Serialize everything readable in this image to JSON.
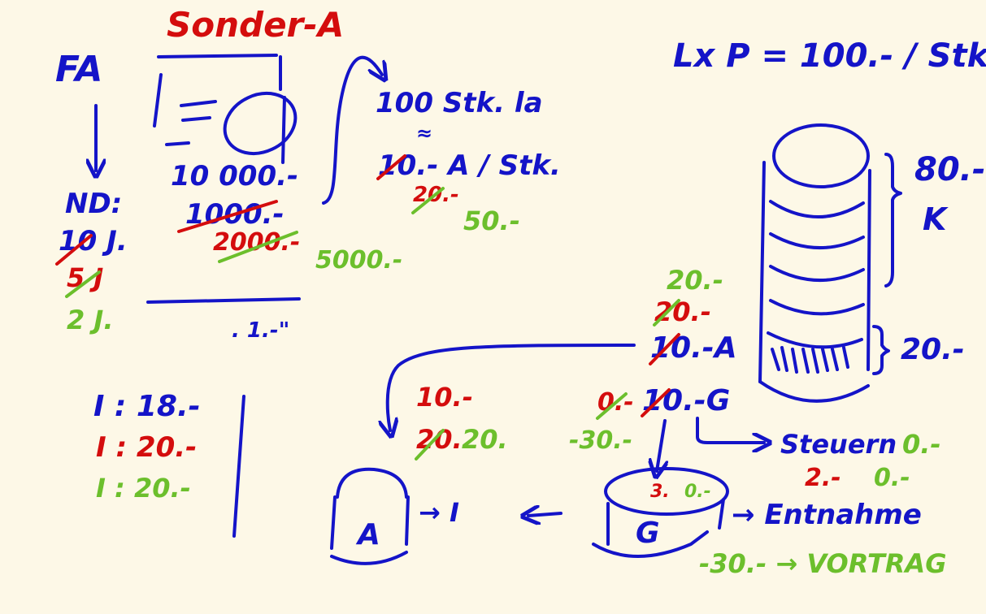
{
  "colors": {
    "background": "#fdf8e7",
    "blue": "#1414c8",
    "red": "#d40d0d",
    "green": "#6cbf2c"
  },
  "machine": {
    "title": "Sonder-A",
    "cost_blue": "10 000.-",
    "cost_red": "1000.-",
    "cost_red2": "2000.-",
    "cost_green": "5000.-",
    "unit_value": ". 1.-\""
  },
  "useful_life": {
    "fa": "FA",
    "nd": "ND:",
    "years_blue": "10 J.",
    "years_red": "5 J",
    "years_green": "2 J."
  },
  "capacity": {
    "line1": "100 Stk. la",
    "approx": "≈",
    "per_unit_blue": "10.- A / Stk.",
    "per_unit_red": "20.-",
    "per_unit_green": "50.-"
  },
  "price": {
    "text": "Lx P = 100.- / Stk."
  },
  "stack": {
    "upper_value": "80.-",
    "upper_label": "K",
    "lower_value": "20.-"
  },
  "breakdown": {
    "green_a": "20.-",
    "red_a": "20.-",
    "blue_a": "10.-A",
    "g_red": "0.-",
    "g_blue": "10.-G"
  },
  "account_a": {
    "label": "A",
    "blue_val": "10.-",
    "red_val": "20.",
    "green_val": "20.",
    "arrow_label": "→ I"
  },
  "account_g": {
    "label": "G",
    "green_val": "-30.-",
    "inner_red": "3.",
    "inner_green": "0.-",
    "entnahme": "→ Entnahme",
    "vortrag": "-30.- → VORTRAG"
  },
  "steuern": {
    "label": "Steuern",
    "green_val": "0.-",
    "red_val": "2.-",
    "green_val2": "0.-"
  },
  "investments": {
    "blue": "I : 18.-",
    "red": "I : 20.-",
    "green": "I : 20.-"
  }
}
